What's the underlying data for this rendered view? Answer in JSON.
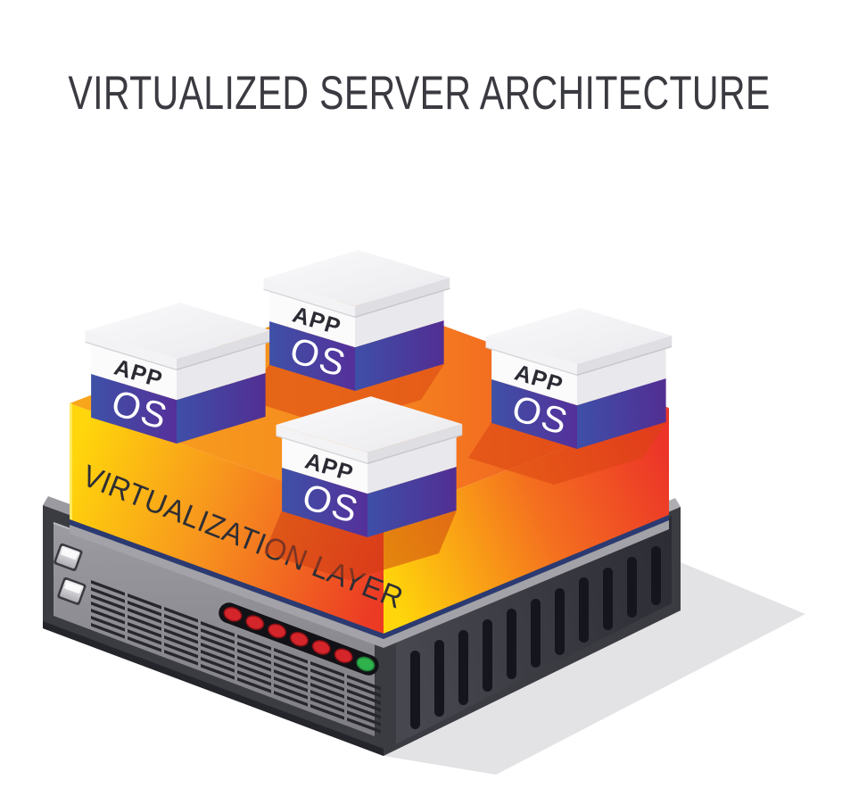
{
  "title": "VIRTUALIZED SERVER ARCHITECTURE",
  "virtualization_layer": {
    "label": "VIRTUALIZATION LAYER"
  },
  "vm_boxes": [
    {
      "id": "back-left",
      "app_label": "APP",
      "os_label": "OS"
    },
    {
      "id": "back-center",
      "app_label": "APP",
      "os_label": "OS"
    },
    {
      "id": "back-right",
      "app_label": "APP",
      "os_label": "OS"
    },
    {
      "id": "front-center",
      "app_label": "APP",
      "os_label": "OS"
    }
  ],
  "server": {
    "status_leds": {
      "red_count": 6,
      "green_count": 1,
      "red_color": "#d4252a",
      "red_ring_color": "#871016",
      "green_color": "#2fb14c",
      "green_ring_color": "#1b7a33"
    },
    "front_buttons_count": 2
  },
  "colors": {
    "title_text": "#3a3a41",
    "layer_label_text": "#2e2e34",
    "layer_yellow": "#ffd60b",
    "layer_orange": "#f7941e",
    "layer_red": "#ec3b24",
    "layer_top_orange": "#f58220",
    "layer_base_line_navy": "#2c3a72",
    "os_band_blue": "#3e51a7",
    "os_band_purple": "#55309a",
    "box_lid_white": "#f5f5f7",
    "chassis_frame": "#3b3b42",
    "chassis_panel_gray": "#8e8e93",
    "chassis_right_dark": "#35353d",
    "ground_shadow": "#e3e3e5"
  }
}
